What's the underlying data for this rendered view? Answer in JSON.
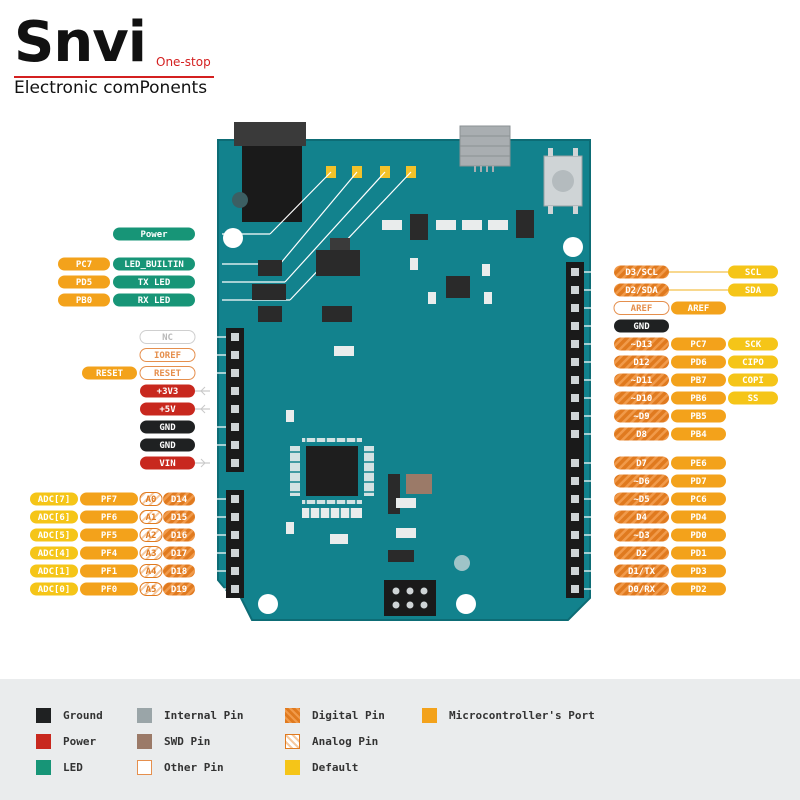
{
  "brand": {
    "name": "Snvi",
    "tagline": "One-stop",
    "subtitle": "Electronic comPonents"
  },
  "colors": {
    "board": "#12828d",
    "ground": "#1f2122",
    "power": "#c8281e",
    "led": "#179577",
    "internal": "#9aa5a8",
    "swd": "#9b7a68",
    "digital": "#e07a1f",
    "port": "#f3a21b",
    "default": "#f5c518",
    "other_border": "#e58f4d",
    "analog_border": "#e07a1f"
  },
  "led_labels": {
    "power": "Power",
    "builtin": {
      "port": "PC7",
      "name": "LED_BUILTIN"
    },
    "tx": {
      "port": "PD5",
      "name": "TX LED"
    },
    "rx": {
      "port": "PB0",
      "name": "RX LED"
    }
  },
  "left_power": [
    {
      "name": "NC",
      "type": "other"
    },
    {
      "name": "IOREF",
      "type": "other"
    },
    {
      "name": "RESET",
      "type": "other",
      "extra": "RESET"
    },
    {
      "name": "+3V3",
      "type": "power"
    },
    {
      "name": "+5V",
      "type": "power"
    },
    {
      "name": "GND",
      "type": "ground"
    },
    {
      "name": "GND",
      "type": "ground"
    },
    {
      "name": "VIN",
      "type": "power"
    }
  ],
  "left_analog": [
    {
      "adc": "ADC[7]",
      "port": "PF7",
      "analog": "A0",
      "digital": "D14"
    },
    {
      "adc": "ADC[6]",
      "port": "PF6",
      "analog": "A1",
      "digital": "D15"
    },
    {
      "adc": "ADC[5]",
      "port": "PF5",
      "analog": "A2",
      "digital": "D16"
    },
    {
      "adc": "ADC[4]",
      "port": "PF4",
      "analog": "A3",
      "digital": "D17"
    },
    {
      "adc": "ADC[1]",
      "port": "PF1",
      "analog": "A4",
      "digital": "D18"
    },
    {
      "adc": "ADC[0]",
      "port": "PF0",
      "analog": "A5",
      "digital": "D19"
    }
  ],
  "right_top": [
    {
      "digital": "D3/SCL",
      "default": "SCL"
    },
    {
      "digital": "D2/SDA",
      "default": "SDA"
    },
    {
      "other": "AREF",
      "port": "AREF"
    },
    {
      "ground": "GND"
    },
    {
      "digital": "~D13",
      "port": "PC7",
      "default": "SCK"
    },
    {
      "digital": "D12",
      "port": "PD6",
      "default": "CIPO"
    },
    {
      "digital": "~D11",
      "port": "PB7",
      "default": "COPI"
    },
    {
      "digital": "~D10",
      "port": "PB6",
      "default": "SS"
    },
    {
      "digital": "~D9",
      "port": "PB5"
    },
    {
      "digital": "D8",
      "port": "PB4"
    }
  ],
  "right_bottom": [
    {
      "digital": "D7",
      "port": "PE6"
    },
    {
      "digital": "~D6",
      "port": "PD7"
    },
    {
      "digital": "~D5",
      "port": "PC6"
    },
    {
      "digital": "D4",
      "port": "PD4"
    },
    {
      "digital": "~D3",
      "port": "PD0"
    },
    {
      "digital": "D2",
      "port": "PD1"
    },
    {
      "digital": "D1/TX",
      "port": "PD3"
    },
    {
      "digital": "D0/RX",
      "port": "PD2"
    }
  ],
  "legend": [
    {
      "label": "Ground",
      "swatch": "ground"
    },
    {
      "label": "Internal Pin",
      "swatch": "internal"
    },
    {
      "label": "Digital Pin",
      "swatch": "digital"
    },
    {
      "label": "Microcontroller's Port",
      "swatch": "port"
    },
    {
      "label": "Power",
      "swatch": "power"
    },
    {
      "label": "SWD Pin",
      "swatch": "swd"
    },
    {
      "label": "Analog Pin",
      "swatch": "analog"
    },
    {
      "label": "LED",
      "swatch": "led"
    },
    {
      "label": "Other Pin",
      "swatch": "other"
    },
    {
      "label": "Default",
      "swatch": "default"
    }
  ]
}
